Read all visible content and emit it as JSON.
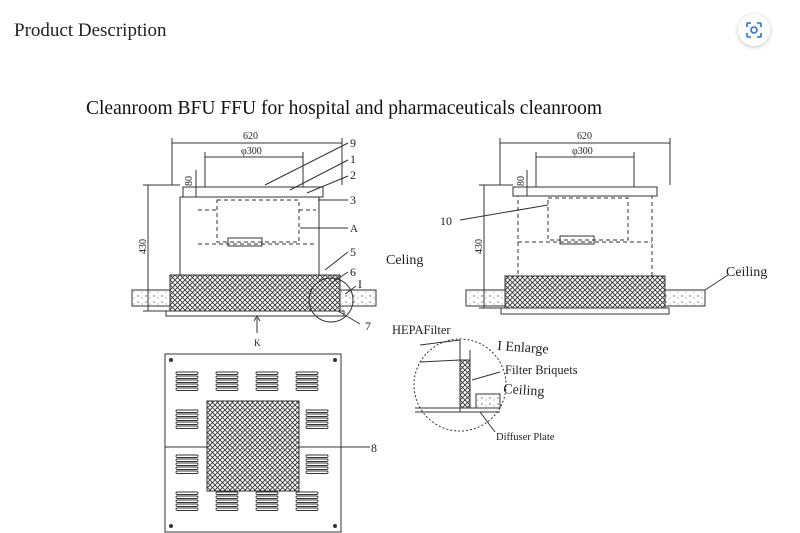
{
  "header": {
    "title": "Product Description"
  },
  "toolbar": {
    "lens_icon": "lens-search-icon"
  },
  "diagram": {
    "title": "Cleanroom BFU FFU for hospital and pharmaceuticals cleanroom",
    "left_view": {
      "dim_width": "620",
      "dim_diameter": "φ300",
      "dim_80": "80",
      "dim_430": "430",
      "parts": [
        "9",
        "1",
        "2",
        "3",
        "A",
        "5",
        "6",
        "I",
        "7"
      ],
      "ceiling_label": "Celing",
      "view_arrow_label": "K"
    },
    "right_view": {
      "dim_width": "620",
      "dim_diameter": "φ300",
      "dim_80": "80",
      "dim_430": "430",
      "part_10": "10",
      "ceiling_label": "Ceiling"
    },
    "bottom_view": {
      "part_8": "8"
    },
    "detail": {
      "hepa_label": "HEPAFilter",
      "enlarge_label": "I Enlarge",
      "briquets_label": "Filter Briquets",
      "ceiling_label": "Ceiling",
      "diffuser_label": "Diffuser Plate"
    }
  }
}
